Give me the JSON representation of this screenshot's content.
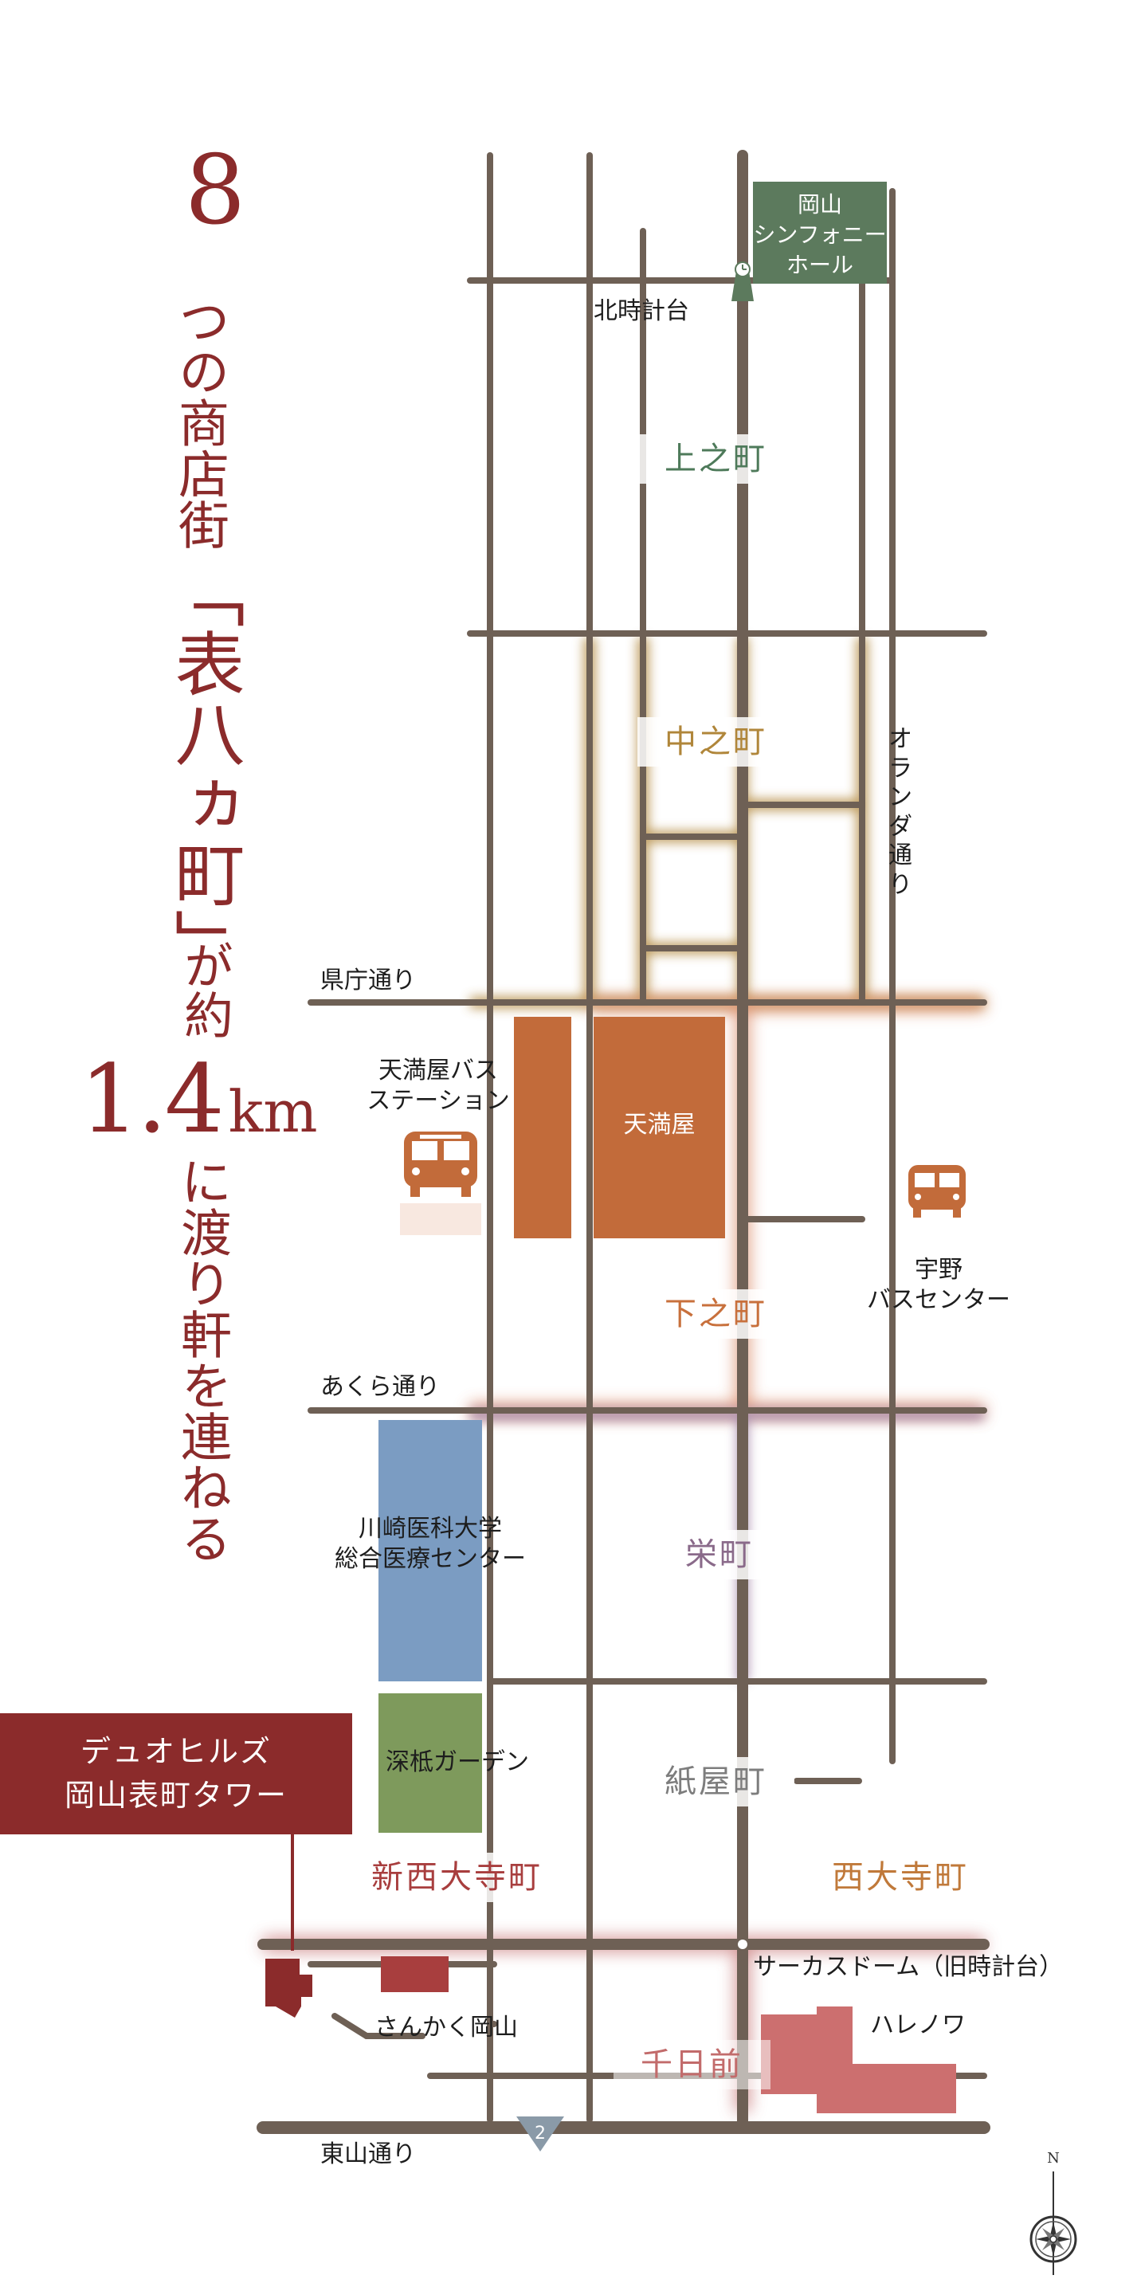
{
  "title": {
    "line1": "8",
    "line2": "つの商店街",
    "line3": "「表八ヵ町」",
    "line4": "が約",
    "distance": "1.4",
    "unit": "km",
    "line5": "に渡り軒を連ねる"
  },
  "landmarks": {
    "symphony_hall": [
      "岡山",
      "シンフォニー",
      "ホール"
    ],
    "kita_clock": "北時計台",
    "tenmaya": "天満屋",
    "tenmaya_bus": [
      "天満屋バス",
      "ステーション"
    ],
    "uno_bus": [
      "宇野",
      "バスセンター"
    ],
    "kawasaki": [
      "川崎医科大学",
      "総合医療センター"
    ],
    "fukashi_garden": "深柢ガーデン",
    "circus_dome": "サーカスドーム（旧時計台）",
    "harenowa": "ハレノワ",
    "sankaku": "さんかく岡山",
    "route_number": "2",
    "compass_north": "N"
  },
  "streets": {
    "kencho": "県庁通り",
    "akura": "あくら通り",
    "higashiyama": "東山通り",
    "oranda": [
      "オ",
      "ラ",
      "ン",
      "ダ",
      "通",
      "り"
    ]
  },
  "districts": {
    "kaminocho": "上之町",
    "nakanocho": "中之町",
    "shimonocho": "下之町",
    "sakaemachi": "栄町",
    "kamiyacho": "紙屋町",
    "shinsaidaijicho": "新西大寺町",
    "saidaijicho": "西大寺町",
    "sennichimae": "千日前"
  },
  "property": {
    "line1": "デュオヒルズ",
    "line2": "岡山表町タワー"
  },
  "colors": {
    "road": "#6e6055",
    "accent_red": "#8b2b2b",
    "kaminocho": "#4e7a5a",
    "nakanocho": "#b0863a",
    "shimonocho": "#c8703c",
    "sakaemachi": "#8a6a8a",
    "kamiyacho": "#7d7d7d",
    "saidaijicho": "#c0793a",
    "sennichimae": "#c26b6b",
    "tenmaya": "#c26b3a",
    "kawasaki": "#7b9cc2",
    "garden": "#7e9a5c",
    "symphony": "#5c7a5d",
    "harenowa": "#cc6f6f"
  }
}
